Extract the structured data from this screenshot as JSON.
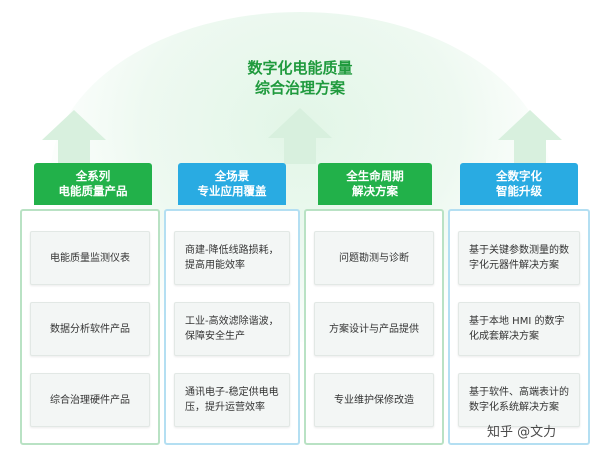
{
  "title_line1": "数字化电能质量",
  "title_line2": "综合治理方案",
  "columns": [
    {
      "heading": [
        "全系列",
        "电能质量产品"
      ],
      "color": "#22b14a",
      "items": [
        "电能质量监测仪表",
        "数据分析软件产品",
        "综合治理硬件产品"
      ]
    },
    {
      "heading": [
        "全场景",
        "专业应用覆盖"
      ],
      "color": "#29abe2",
      "items": [
        "商建-降低线路损耗，提高用能效率",
        "工业-高效滤除谐波，保障安全生产",
        "通讯电子-稳定供电电压，提升运营效率"
      ]
    },
    {
      "heading": [
        "全生命周期",
        "解决方案"
      ],
      "color": "#22b14a",
      "items": [
        "问题勘测与诊断",
        "方案设计与产品提供",
        "专业维护保修改造"
      ]
    },
    {
      "heading": [
        "全数字化",
        "智能升级"
      ],
      "color": "#29abe2",
      "items": [
        "基于关键参数测量的数字化元器件解决方案",
        "基于本地 HMI 的数字化成套解决方案",
        "基于软件、高端表计的数字化系统解决方案"
      ]
    }
  ],
  "watermark": "知乎 @文力"
}
